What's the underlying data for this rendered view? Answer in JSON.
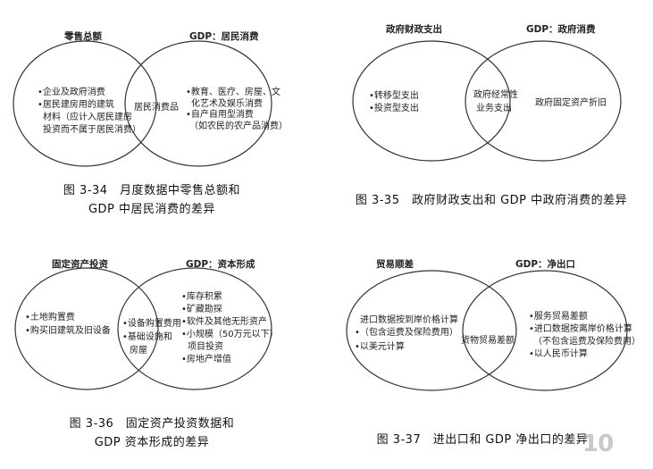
{
  "fig34": {
    "left_title": "零售总额",
    "right_title": "GDP：居民消费",
    "left_items": [
      "•企业及政府消费",
      "•居民建房用的建筑",
      "材料（应计入居民建房",
      "投资而不属于居民消费）"
    ],
    "overlap": "居民消费品",
    "right_items": [
      "•教育、医疗、房屋、文",
      "化艺术及娱乐消费",
      "•自产自用型消费",
      "（如农民的农产品消费）"
    ],
    "caption_line1": "图 3-34　月度数据中零售总额和",
    "caption_line2": "GDP 中居民消费的差异"
  },
  "fig35": {
    "left_title": "政府财政支出",
    "right_title": "GDP：政府消费",
    "left_items": [
      "•转移型支出",
      "•投资型支出"
    ],
    "overlap_lines": [
      "政府经常性",
      "业务支出"
    ],
    "right_items": [
      "政府固定资产折旧"
    ],
    "caption": "图 3-35　政府财政支出和 GDP 中政府消费的差异"
  },
  "fig36": {
    "left_title": "固定资产投资",
    "right_title": "GDP：资本形成",
    "left_items": [
      "•土地购置费",
      "•购买旧建筑及旧设备"
    ],
    "overlap_lines": [
      "•设备购置费用",
      "•基础设施和",
      "房屋"
    ],
    "right_items": [
      "•库存积累",
      "•矿藏勘探",
      "•软件及其他无形资产",
      "•小规模（50万元以下）",
      "项目投资",
      "•房地产增值"
    ],
    "caption_line1": "图 3-36　固定资产投资数据和",
    "caption_line2": "GDP 资本形成的差异"
  },
  "fig37": {
    "left_title": "贸易顺差",
    "right_title": "GDP：净出口",
    "left_items": [
      "进口数据按到岸价格计算",
      "•（包含运费及保险费用）",
      "•以美元计算"
    ],
    "overlap": "货物贸易差额",
    "right_items": [
      "•服务贸易差额",
      "•进口数据按离岸价格计算",
      "（不包含运费及保险费用）",
      "•以人民币计算"
    ],
    "caption": "图 3-37　进出口和 GDP 净出口的差异"
  },
  "watermark": "10"
}
